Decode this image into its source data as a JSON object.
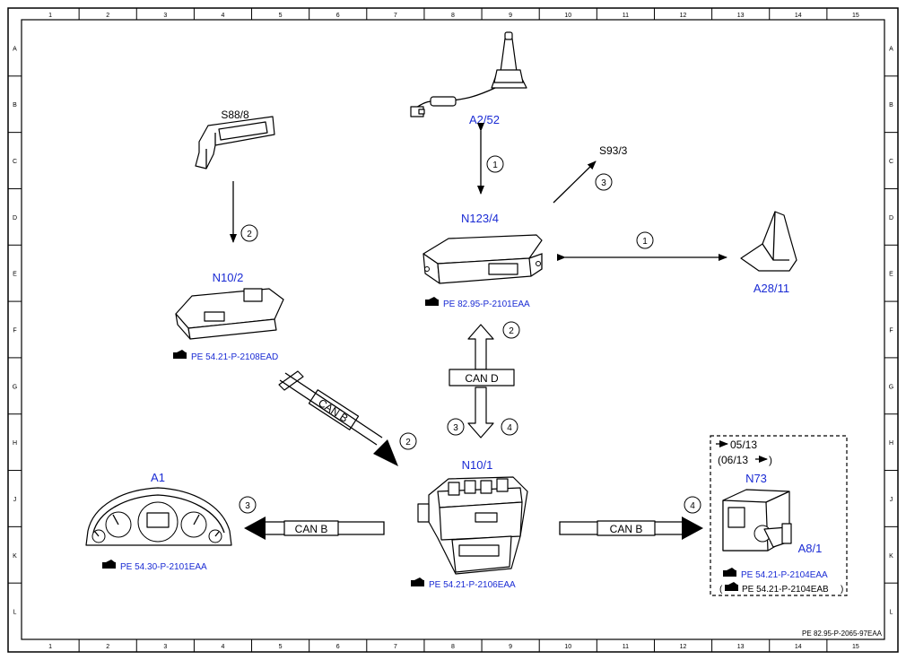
{
  "grid": {
    "cols": [
      "1",
      "2",
      "3",
      "4",
      "5",
      "6",
      "7",
      "8",
      "9",
      "10",
      "11",
      "12",
      "13",
      "14",
      "15"
    ],
    "rows": [
      "A",
      "B",
      "C",
      "D",
      "E",
      "F",
      "G",
      "H",
      "J",
      "K",
      "L"
    ]
  },
  "components": {
    "a2_52": "A2/52",
    "s93_3": "S93/3",
    "s88_8": "S88/8",
    "n123_4": "N123/4",
    "a28_11": "A28/11",
    "n10_2": "N10/2",
    "n10_1": "N10/1",
    "a1": "A1",
    "n73": "N73",
    "a8_1": "A8/1"
  },
  "refs": {
    "n123_4": "PE 82.95-P-2101EAA",
    "n10_2": "PE 54.21-P-2108EAD",
    "n10_1": "PE 54.21-P-2106EAA",
    "a1": "PE 54.30-P-2101EAA",
    "n73_a": "PE 54.21-P-2104EAA",
    "n73_b": "PE 54.21-P-2104EAB"
  },
  "n73_box": {
    "line1": "05/13",
    "line2a": "(06/13",
    "line2b": ")"
  },
  "bus": {
    "can_d": "CAN D",
    "can_b": "CAN B"
  },
  "markers": {
    "one": "1",
    "two": "2",
    "three": "3",
    "four": "4"
  },
  "footer": "PE 82.95-P-2065-97EAA"
}
